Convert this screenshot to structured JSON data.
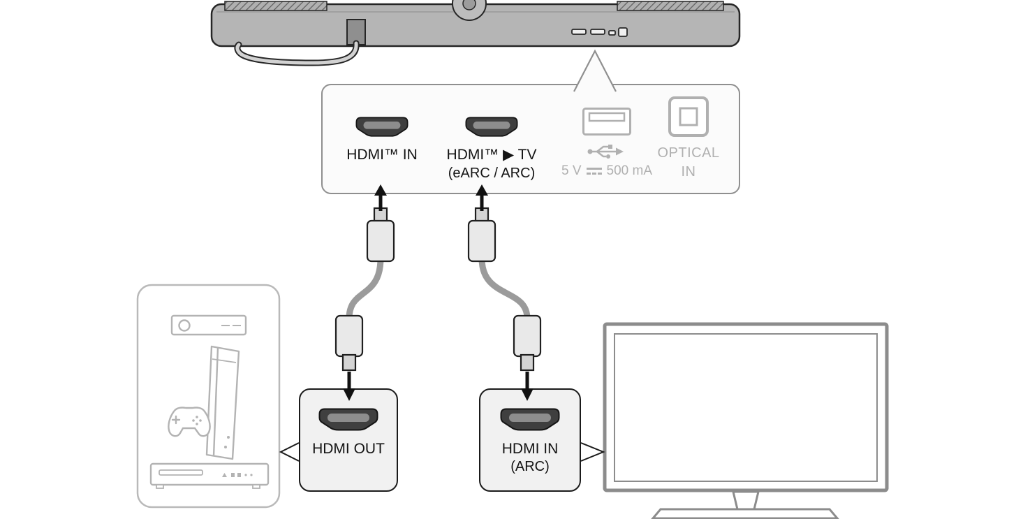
{
  "ports_panel": {
    "hdmi_in": {
      "label": "HDMI™ IN"
    },
    "hdmi_tv": {
      "label": "HDMI™ ▶ TV",
      "sublabel": "(eARC / ARC)"
    },
    "usb": {
      "spec_prefix": "5 V",
      "spec_suffix": "500 mA"
    },
    "optical": {
      "line1": "OPTICAL",
      "line2": "IN"
    }
  },
  "connection_labels": {
    "hdmi_out": "HDMI OUT",
    "hdmi_in_arc_line1": "HDMI IN",
    "hdmi_in_arc_line2": "(ARC)"
  },
  "colors": {
    "active_text": "#141414",
    "inactive_gray": "#b0b0b0",
    "cable_gray": "#9b9b9b",
    "panel_border": "#8f8f8f",
    "soundbar_gray": "#b5b5b5",
    "tv_outline": "#8c8c8c",
    "box_fill": "#f1f1f1"
  }
}
